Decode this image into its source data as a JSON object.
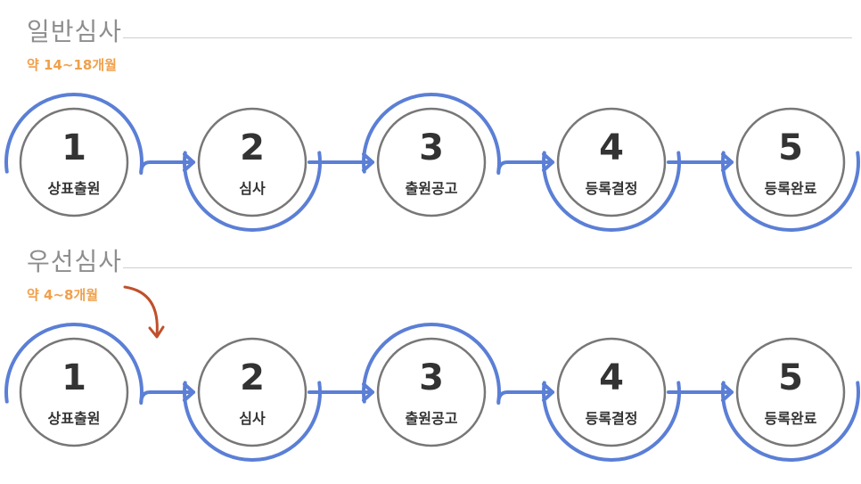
{
  "sections": [
    {
      "title": "일반심사",
      "duration": "약 14~18개월",
      "has_hint_arrow": false,
      "steps": [
        {
          "number": "1",
          "label": "상표출원",
          "arc": "top"
        },
        {
          "number": "2",
          "label": "심사",
          "arc": "bottom"
        },
        {
          "number": "3",
          "label": "출원공고",
          "arc": "top"
        },
        {
          "number": "4",
          "label": "등록결정",
          "arc": "bottom"
        },
        {
          "number": "5",
          "label": "등록완료",
          "arc": "bottom"
        }
      ]
    },
    {
      "title": "우선심사",
      "duration": "약 4~8개월",
      "has_hint_arrow": true,
      "steps": [
        {
          "number": "1",
          "label": "상표출원",
          "arc": "top"
        },
        {
          "number": "2",
          "label": "심사",
          "arc": "bottom"
        },
        {
          "number": "3",
          "label": "출원공고",
          "arc": "top"
        },
        {
          "number": "4",
          "label": "등록결정",
          "arc": "bottom"
        },
        {
          "number": "5",
          "label": "등록완료",
          "arc": "bottom"
        }
      ]
    }
  ],
  "colors": {
    "circle_stroke": "#777777",
    "arc": "#5b7fd6",
    "arrow": "#5b7fd6",
    "hint_arrow": "#c0502b",
    "title": "#8e8e8e",
    "duration": "#f0a04b"
  }
}
